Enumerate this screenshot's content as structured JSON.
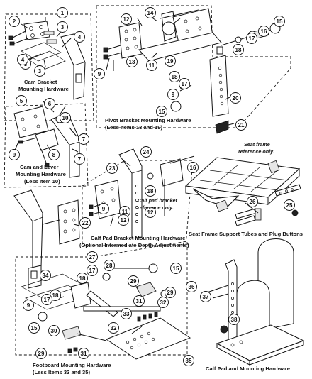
{
  "captions": {
    "cam_bracket": [
      "Cam Bracket",
      "Mounting Hardware"
    ],
    "cam_lever": [
      "Cam and Lever",
      "Mounting Hardware",
      "(Less Item 10)"
    ],
    "pivot_bracket": [
      "Pivot Bracket Mounting Hardware",
      "(Less Items 13 and 19)"
    ],
    "seat_frame_note": [
      "Seat frame",
      "reference only."
    ],
    "calf_pad_note": [
      "Calf pad bracket",
      "reference only."
    ],
    "calf_pad_bracket": [
      "Calf Pad Bracket Mounting Hardware",
      "(Optional Intermediate Depth Adjustments)"
    ],
    "support_tubes": [
      "Seat Frame Support Tubes and Plug Buttons"
    ],
    "footboard": [
      "Footboard Mounting Hardware",
      "(Less Items 33 and 35)"
    ],
    "calf_pad_mount": [
      "Calf Pad and Mounting Hardware"
    ]
  },
  "callouts": [
    {
      "n": "1"
    },
    {
      "n": "2"
    },
    {
      "n": "3"
    },
    {
      "n": "4"
    },
    {
      "n": "3"
    },
    {
      "n": "4"
    },
    {
      "n": "3"
    },
    {
      "n": "5"
    },
    {
      "n": "6"
    },
    {
      "n": "10"
    },
    {
      "n": "7"
    },
    {
      "n": "9"
    },
    {
      "n": "8"
    },
    {
      "n": "7"
    },
    {
      "n": "12"
    },
    {
      "n": "14"
    },
    {
      "n": "13"
    },
    {
      "n": "19"
    },
    {
      "n": "11"
    },
    {
      "n": "9"
    },
    {
      "n": "15"
    },
    {
      "n": "16"
    },
    {
      "n": "17"
    },
    {
      "n": "18"
    },
    {
      "n": "18"
    },
    {
      "n": "17"
    },
    {
      "n": "9"
    },
    {
      "n": "15"
    },
    {
      "n": "20"
    },
    {
      "n": "21"
    },
    {
      "n": "24"
    },
    {
      "n": "23"
    },
    {
      "n": "18"
    },
    {
      "n": "12"
    },
    {
      "n": "16"
    },
    {
      "n": "11"
    },
    {
      "n": "9"
    },
    {
      "n": "12"
    },
    {
      "n": "22"
    },
    {
      "n": "26"
    },
    {
      "n": "25"
    },
    {
      "n": "27"
    },
    {
      "n": "34"
    },
    {
      "n": "17"
    },
    {
      "n": "28"
    },
    {
      "n": "15"
    },
    {
      "n": "18"
    },
    {
      "n": "18"
    },
    {
      "n": "17"
    },
    {
      "n": "9"
    },
    {
      "n": "29"
    },
    {
      "n": "29"
    },
    {
      "n": "31"
    },
    {
      "n": "32"
    },
    {
      "n": "33"
    },
    {
      "n": "15"
    },
    {
      "n": "30"
    },
    {
      "n": "32"
    },
    {
      "n": "29"
    },
    {
      "n": "31"
    },
    {
      "n": "35"
    },
    {
      "n": "36"
    },
    {
      "n": "37"
    },
    {
      "n": "38"
    }
  ]
}
